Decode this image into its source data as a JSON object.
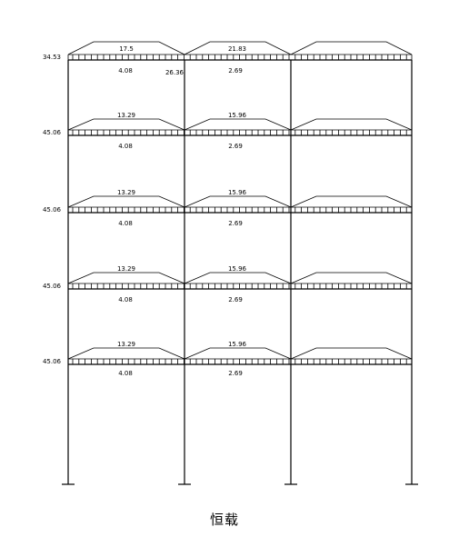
{
  "title": "恒载",
  "floors": [
    {
      "node_load": "34.53",
      "bay_loads": [
        "17.5",
        "21.83",
        ""
      ],
      "uniform_loads": [
        "4.08",
        "2.69",
        ""
      ],
      "extra_load": "26.36"
    },
    {
      "node_load": "45.06",
      "bay_loads": [
        "13.29",
        "15.96",
        ""
      ],
      "uniform_loads": [
        "4.08",
        "2.69",
        ""
      ],
      "extra_load": ""
    },
    {
      "node_load": "45.06",
      "bay_loads": [
        "13.29",
        "15.96",
        ""
      ],
      "uniform_loads": [
        "4.08",
        "2.69",
        ""
      ],
      "extra_load": ""
    },
    {
      "node_load": "45.06",
      "bay_loads": [
        "13.29",
        "15.96",
        ""
      ],
      "uniform_loads": [
        "4.08",
        "2.69",
        ""
      ],
      "extra_load": ""
    },
    {
      "node_load": "45.06",
      "bay_loads": [
        "13.29",
        "15.96",
        ""
      ],
      "uniform_loads": [
        "4.08",
        "2.69",
        ""
      ],
      "extra_load": ""
    }
  ]
}
